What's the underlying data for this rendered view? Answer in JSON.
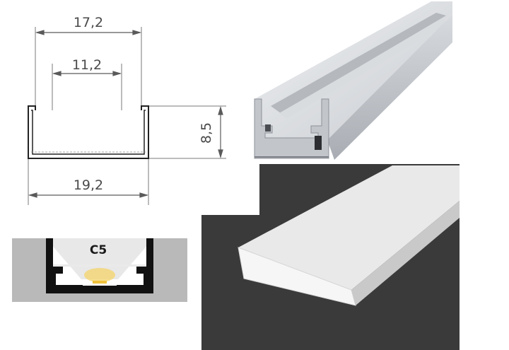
{
  "dimensions": {
    "top_outer_width": "17,2",
    "inner_width": "11,2",
    "height": "8,5",
    "bottom_width": "19,2"
  },
  "installation": {
    "label": "C5"
  },
  "colors": {
    "profile_black": "#111111",
    "aluminium_light": "#e4e6e9",
    "aluminium_shadow": "#9ea2a8",
    "wall_grey": "#b9b9b9",
    "dark_background": "#3a3a3a",
    "diffuser_white": "#f3f3f3",
    "led_yellow": "#f4d46a"
  }
}
